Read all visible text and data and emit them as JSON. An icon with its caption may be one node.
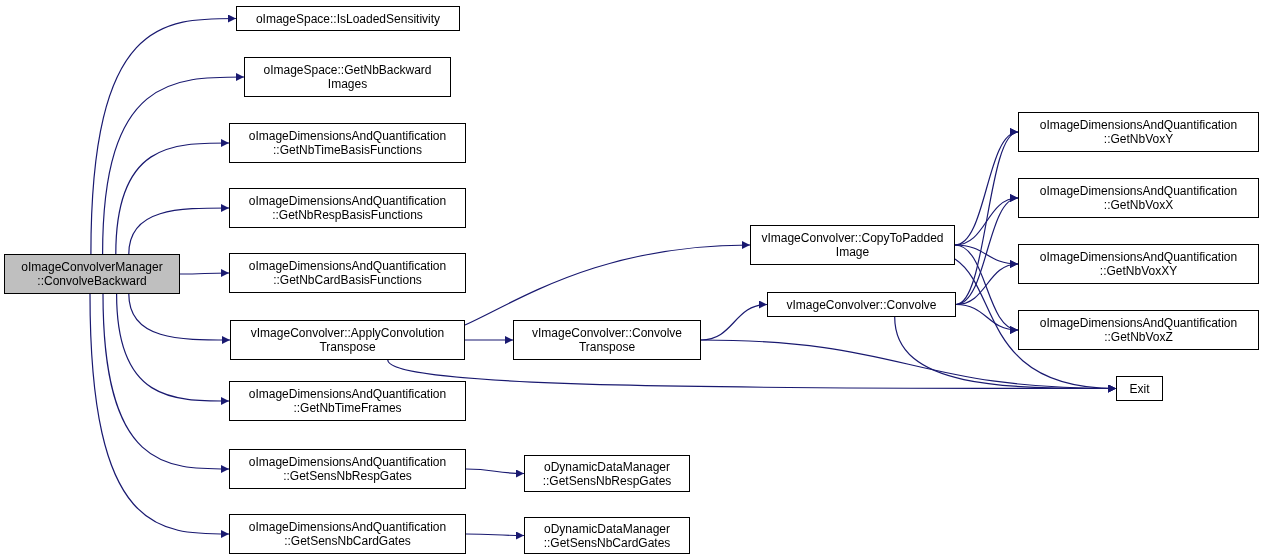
{
  "diagram": {
    "nodes": [
      {
        "text": [
          "oImageConvolverManager ::ConvolveBackward"
        ]
      },
      {
        "text": [
          "oImageSpace::IsLoadedSensitivity"
        ]
      },
      {
        "text": [
          "oImageSpace::GetNbBackward Images"
        ]
      },
      {
        "text": [
          "oImageDimensionsAndQuantification ::GetNbTimeBasisFunctions"
        ]
      },
      {
        "text": [
          "oImageDimensionsAndQuantification ::GetNbRespBasisFunctions"
        ]
      },
      {
        "text": [
          "oImageDimensionsAndQuantification ::GetNbCardBasisFunctions"
        ]
      },
      {
        "text": [
          "vImageConvolver::ApplyConvolution Transpose"
        ]
      },
      {
        "text": [
          "oImageDimensionsAndQuantification ::GetNbTimeFrames"
        ]
      },
      {
        "text": [
          "oImageDimensionsAndQuantification ::GetSensNbRespGates"
        ]
      },
      {
        "text": [
          "oImageDimensionsAndQuantification ::GetSensNbCardGates"
        ]
      },
      {
        "text": [
          "vImageConvolver::CopyToPadded Image"
        ]
      },
      {
        "text": [
          "vImageConvolver::Convolve Transpose"
        ]
      },
      {
        "text": [
          "vImageConvolver::Convolve"
        ]
      },
      {
        "text": [
          "oDynamicDataManager ::GetSensNbRespGates"
        ]
      },
      {
        "text": [
          "oDynamicDataManager ::GetSensNbCardGates"
        ]
      },
      {
        "text": [
          "oImageDimensionsAndQuantification ::GetNbVoxY"
        ]
      },
      {
        "text": [
          "oImageDimensionsAndQuantification ::GetNbVoxX"
        ]
      },
      {
        "text": [
          "oImageDimensionsAndQuantification ::GetNbVoxXY"
        ]
      },
      {
        "text": [
          "oImageDimensionsAndQuantification ::GetNbVoxZ"
        ]
      },
      {
        "text": [
          "Exit"
        ]
      }
    ],
    "edges": [
      {
        "from": 0,
        "to": 1,
        "arrow": "to"
      },
      {
        "from": 0,
        "to": 2,
        "arrow": "to"
      },
      {
        "from": 0,
        "to": 3,
        "arrow": "to"
      },
      {
        "from": 0,
        "to": 4,
        "arrow": "to"
      },
      {
        "from": 0,
        "to": 5,
        "arrow": "to"
      },
      {
        "from": 0,
        "to": 6,
        "arrow": "to"
      },
      {
        "from": 0,
        "to": 7,
        "arrow": "to"
      },
      {
        "from": 0,
        "to": 8,
        "arrow": "to"
      },
      {
        "from": 0,
        "to": 9,
        "arrow": "to"
      },
      {
        "from": 6,
        "to": 10,
        "arrow": "to"
      },
      {
        "from": 6,
        "to": 11,
        "arrow": "to"
      },
      {
        "from": 6,
        "to": 19,
        "arrow": "to"
      },
      {
        "from": 11,
        "to": 12,
        "arrow": "to"
      },
      {
        "from": 11,
        "to": 19,
        "arrow": "to"
      },
      {
        "from": 10,
        "to": 15,
        "arrow": "to"
      },
      {
        "from": 10,
        "to": 16,
        "arrow": "to"
      },
      {
        "from": 10,
        "to": 17,
        "arrow": "to"
      },
      {
        "from": 10,
        "to": 18,
        "arrow": "to"
      },
      {
        "from": 10,
        "to": 19,
        "arrow": "to"
      },
      {
        "from": 12,
        "to": 15,
        "arrow": "to"
      },
      {
        "from": 12,
        "to": 16,
        "arrow": "to"
      },
      {
        "from": 12,
        "to": 17,
        "arrow": "to"
      },
      {
        "from": 12,
        "to": 18,
        "arrow": "to"
      },
      {
        "from": 12,
        "to": 19,
        "arrow": "to"
      },
      {
        "from": 8,
        "to": 13,
        "arrow": "to"
      },
      {
        "from": 9,
        "to": 14,
        "arrow": "to"
      }
    ]
  }
}
